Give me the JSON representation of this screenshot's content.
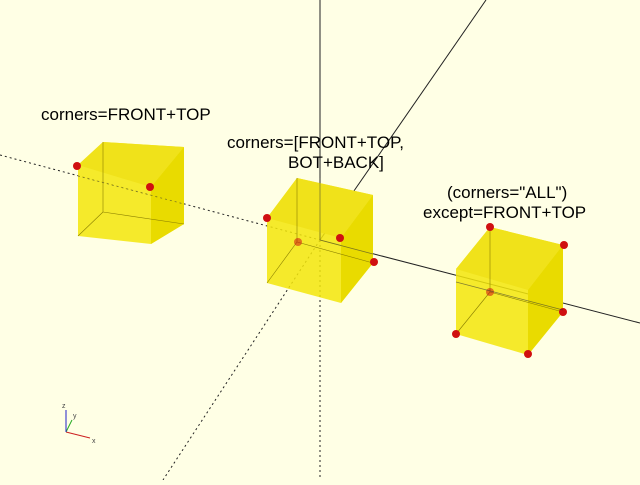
{
  "viewport": {
    "background": "#FFFFE5",
    "cube_fill": "#F3E60A",
    "edge_color": "#000000",
    "marker_color": "#D01010",
    "axis_x_color": "#CC2020",
    "axis_y_color": "#22AA22",
    "axis_z_color": "#2222CC"
  },
  "labels": {
    "cube1": "corners=FRONT+TOP",
    "cube2_line1": "corners=[FRONT+TOP,",
    "cube2_line2": "BOT+BACK]",
    "cube3_line1": "(corners=\"ALL\")",
    "cube3_line2": "except=FRONT+TOP"
  },
  "axes_gizmo": {
    "x_label": "x",
    "y_label": "y",
    "z_label": "z"
  }
}
